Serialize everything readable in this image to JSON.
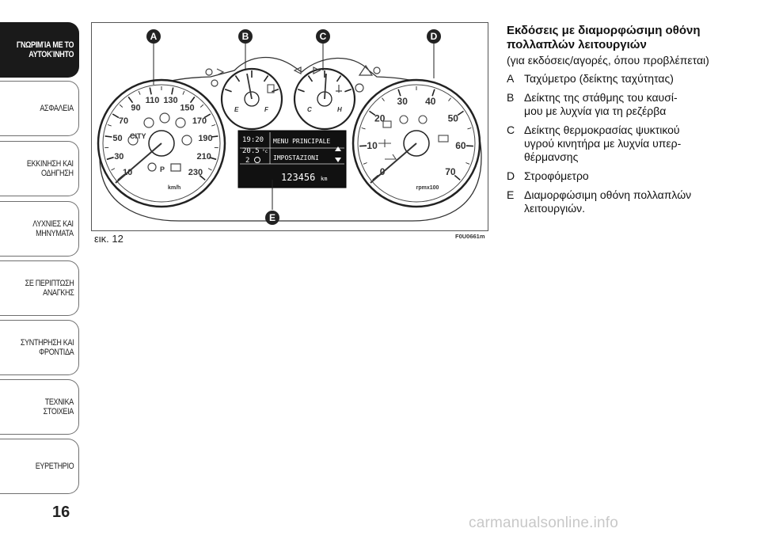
{
  "tabs": [
    {
      "label": "ΓΝΩΡΙΜΊΑ ΜΕ ΤΟ\nΑΥΤΟΚΊΝΗΤΟ",
      "active": true
    },
    {
      "label": "ΑΣΦΑΛΕΙΑ"
    },
    {
      "label": "ΕΚΚΙΝΗΣΗ ΚΑΙ\nΟΔΗΓΗΣΗ"
    },
    {
      "label": "ΛΥΧΝΙΕΣ ΚΑΙ\nΜΗΝΥΜΑΤΑ"
    },
    {
      "label": "ΣΕ ΠΕΡΙΠΤΩΣΗ\nΑΝΑΓΚΗΣ"
    },
    {
      "label": "ΣΥΝΤΗΡΗΣΗ ΚΑΙ\nΦΡΟΝΤΙΔΑ"
    },
    {
      "label": "ΤΕΧΝΙΚΑ ΣΤΟΙΧΕΙΑ"
    },
    {
      "label": "ΕΥΡΕΤΗΡΙΟ"
    }
  ],
  "page_number": "16",
  "figure": {
    "caption": "εικ. 12",
    "code": "F0U0661m",
    "callouts": {
      "a": "A",
      "b": "B",
      "c": "C",
      "d": "D",
      "e": "E"
    },
    "speedometer": {
      "ticks": [
        "10",
        "30",
        "50",
        "70",
        "90",
        "110",
        "130",
        "150",
        "170",
        "190",
        "210",
        "230"
      ],
      "unit": "km/h",
      "mode_label": "CITY"
    },
    "fuel_gauge": {
      "empty": "E",
      "full": "F"
    },
    "temp_gauge": {
      "cold": "C",
      "hot": "H"
    },
    "tachometer": {
      "ticks": [
        "0",
        "10",
        "20",
        "30",
        "40",
        "50",
        "60",
        "70"
      ],
      "unit": "rpmx100"
    },
    "display": {
      "time": "19:20",
      "temperature": "20.5",
      "temp_unit": "°c",
      "gear_value": "2",
      "menu_line1": "MENU PRINCIPALE",
      "menu_line2": "IMPOSTAZIONI",
      "odometer": "123456",
      "odometer_unit": "km"
    }
  },
  "text": {
    "heading": "Εκδόσεις με διαμορφώσιμη οθόνη πολλαπλών λειτουργιών",
    "subnote": "(για εκδόσεις/αγορές, όπου προβλέπεται)",
    "items": [
      {
        "letter": "A",
        "text": "Ταχύμετρο (δείκτης ταχύτητας)"
      },
      {
        "letter": "B",
        "text": "Δείκτης της στάθμης του καυσί-\nμου με λυχνία για τη ρεζέρβα"
      },
      {
        "letter": "C",
        "text": "Δείκτης θερμοκρασίας ψυκτικού\nυγρού κινητήρα με λυχνία υπερ-\nθέρμανσης"
      },
      {
        "letter": "D",
        "text": "Στροφόμετρο"
      },
      {
        "letter": "E",
        "text": "Διαμορφώσιμη οθόνη πολλαπλών\nλειτουργιών."
      }
    ]
  },
  "watermark": "carmanualsonline.info"
}
